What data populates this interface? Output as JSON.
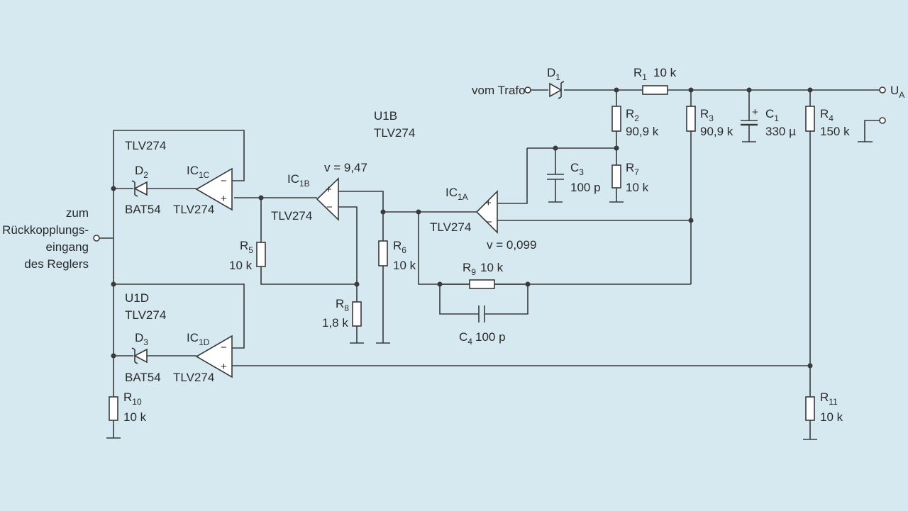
{
  "labels": {
    "trafo": "vom Trafo",
    "ua": "U",
    "ua_sub": "A",
    "d1": "D",
    "d1_sub": "1",
    "r1": "R",
    "r1_sub": "1",
    "r1_val": "10 k",
    "r2": "R",
    "r2_sub": "2",
    "r2_val": "90,9 k",
    "r3": "R",
    "r3_sub": "3",
    "r3_val": "90,9 k",
    "c1": "C",
    "c1_sub": "1",
    "c1_val": "330 µ",
    "r4": "R",
    "r4_sub": "4",
    "r4_val": "150 k",
    "c3": "C",
    "c3_sub": "3",
    "c3_val": "100 p",
    "r7": "R",
    "r7_sub": "7",
    "r7_val": "10 k",
    "u1b": "U1B",
    "u1b_type": "TLV274",
    "ic1a": "IC",
    "ic1a_sub": "1A",
    "ic1a_type": "TLV274",
    "ic1a_gain": "v = 0,099",
    "ic1b": "IC",
    "ic1b_sub": "1B",
    "ic1b_type": "TLV274",
    "ic1b_gain": "v = 9,47",
    "ic1c": "IC",
    "ic1c_sub": "1C",
    "ic1c_type": "TLV274",
    "ic1c_top": "TLV274",
    "ic1d": "IC",
    "ic1d_sub": "1D",
    "ic1d_type": "TLV274",
    "u1d": "U1D",
    "u1d_type": "TLV274",
    "d2": "D",
    "d2_sub": "2",
    "d2_type": "BAT54",
    "d3": "D",
    "d3_sub": "3",
    "d3_type": "BAT54",
    "r5": "R",
    "r5_sub": "5",
    "r5_val": "10 k",
    "r6": "R",
    "r6_sub": "6",
    "r6_val": "10 k",
    "r8": "R",
    "r8_sub": "8",
    "r8_val": "1,8 k",
    "r9": "R",
    "r9_sub": "9",
    "r9_val": "10 k",
    "c4": "C",
    "c4_sub": "4",
    "c4_val": "100 p",
    "r10": "R",
    "r10_sub": "10",
    "r10_val": "10 k",
    "r11": "R",
    "r11_sub": "11",
    "r11_val": "10 k",
    "feedback": [
      "zum",
      "Rückkopplungs-",
      "eingang",
      "des Reglers"
    ],
    "plus": "+",
    "minus": "−"
  },
  "colors": {
    "background": "#d6e9f1",
    "line": "#3a3a3a",
    "component_fill": "#ffffff"
  }
}
